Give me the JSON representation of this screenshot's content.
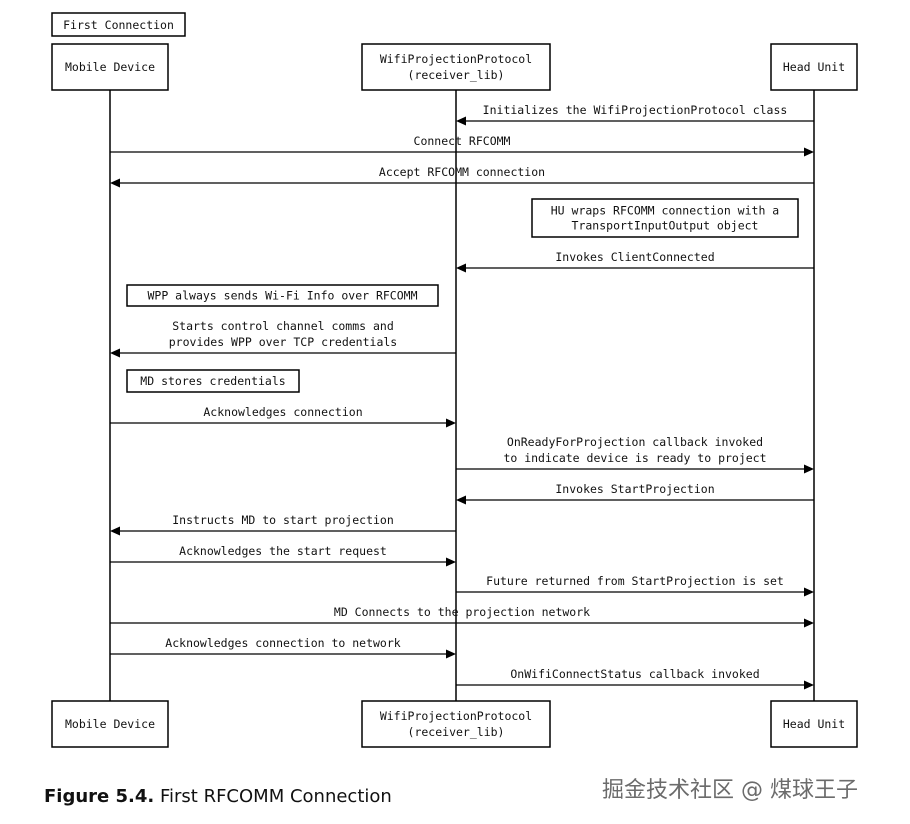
{
  "title": "First Connection",
  "participants": [
    {
      "id": "md",
      "lines": [
        "Mobile Device"
      ]
    },
    {
      "id": "wpp",
      "lines": [
        "WifiProjectionProtocol",
        "(receiver_lib)"
      ]
    },
    {
      "id": "hu",
      "lines": [
        "Head Unit"
      ]
    }
  ],
  "steps": [
    {
      "kind": "message",
      "from": "hu",
      "to": "wpp",
      "lines": [
        "Initializes the WifiProjectionProtocol class"
      ]
    },
    {
      "kind": "message",
      "from": "md",
      "to": "hu",
      "lines": [
        "Connect RFCOMM"
      ]
    },
    {
      "kind": "message",
      "from": "hu",
      "to": "md",
      "lines": [
        "Accept RFCOMM connection"
      ]
    },
    {
      "kind": "note",
      "lines": [
        "HU wraps RFCOMM connection with a",
        "TransportInputOutput object"
      ]
    },
    {
      "kind": "message",
      "from": "hu",
      "to": "wpp",
      "lines": [
        "Invokes ClientConnected"
      ]
    },
    {
      "kind": "note",
      "lines": [
        "WPP always sends Wi-Fi Info over RFCOMM"
      ]
    },
    {
      "kind": "message",
      "from": "wpp",
      "to": "md",
      "lines": [
        "Starts control channel comms and",
        "provides WPP over TCP credentials"
      ]
    },
    {
      "kind": "note",
      "lines": [
        "MD stores credentials"
      ]
    },
    {
      "kind": "message",
      "from": "md",
      "to": "wpp",
      "lines": [
        "Acknowledges connection"
      ]
    },
    {
      "kind": "message",
      "from": "wpp",
      "to": "hu",
      "lines": [
        "OnReadyForProjection callback invoked",
        "to indicate device is ready to project"
      ]
    },
    {
      "kind": "message",
      "from": "hu",
      "to": "wpp",
      "lines": [
        "Invokes StartProjection"
      ]
    },
    {
      "kind": "message",
      "from": "wpp",
      "to": "md",
      "lines": [
        "Instructs MD to start projection"
      ]
    },
    {
      "kind": "message",
      "from": "md",
      "to": "wpp",
      "lines": [
        "Acknowledges the start request"
      ]
    },
    {
      "kind": "message",
      "from": "wpp",
      "to": "hu",
      "lines": [
        "Future returned from StartProjection is set"
      ]
    },
    {
      "kind": "message",
      "from": "md",
      "to": "hu",
      "lines": [
        "MD Connects to the projection network"
      ]
    },
    {
      "kind": "message",
      "from": "md",
      "to": "wpp",
      "lines": [
        "Acknowledges connection to network"
      ]
    },
    {
      "kind": "message",
      "from": "wpp",
      "to": "hu",
      "lines": [
        "OnWifiConnectStatus callback invoked"
      ]
    }
  ],
  "caption": {
    "label": "Figure 5.4.",
    "text": " First RFCOMM Connection"
  },
  "watermark": "掘金技术社区 @ 煤球王子"
}
